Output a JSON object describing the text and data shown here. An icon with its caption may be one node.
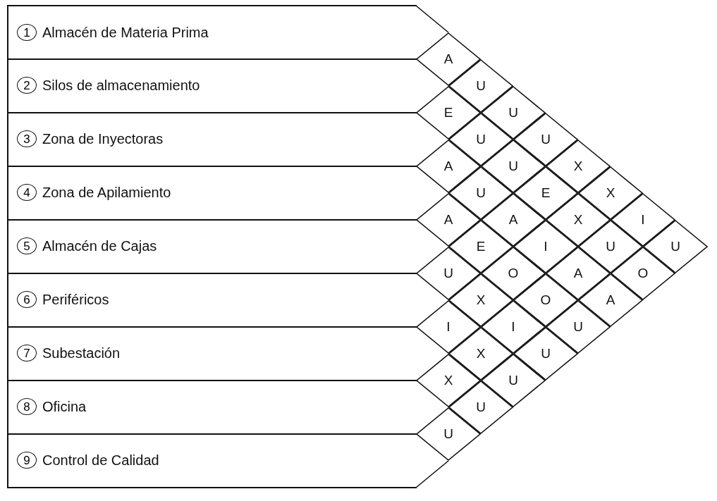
{
  "diagram": {
    "nodes": [
      {
        "text": [
          "1",
          "Almacén de Materia Prima"
        ]
      },
      {
        "text": [
          "2",
          "Silos de almacenamiento"
        ]
      },
      {
        "text": [
          "3",
          "Zona de Inyectoras"
        ]
      },
      {
        "text": [
          "4",
          "Zona de Apilamiento"
        ]
      },
      {
        "text": [
          "5",
          "Almacén de Cajas"
        ]
      },
      {
        "text": [
          "6",
          "Periféricos"
        ]
      },
      {
        "text": [
          "7",
          "Subestación"
        ]
      },
      {
        "text": [
          "8",
          "Oficina"
        ]
      },
      {
        "text": [
          "9",
          "Control de Calidad"
        ]
      },
      {
        "text": [
          "A"
        ]
      },
      {
        "text": [
          "U"
        ]
      },
      {
        "text": [
          "E"
        ]
      },
      {
        "text": [
          "U"
        ]
      },
      {
        "text": [
          "U"
        ]
      },
      {
        "text": [
          "U"
        ]
      },
      {
        "text": [
          "A"
        ]
      },
      {
        "text": [
          "U"
        ]
      },
      {
        "text": [
          "X"
        ]
      },
      {
        "text": [
          "U"
        ]
      },
      {
        "text": [
          "E"
        ]
      },
      {
        "text": [
          "X"
        ]
      },
      {
        "text": [
          "A"
        ]
      },
      {
        "text": [
          "A"
        ]
      },
      {
        "text": [
          "X"
        ]
      },
      {
        "text": [
          "I"
        ]
      },
      {
        "text": [
          "E"
        ]
      },
      {
        "text": [
          "I"
        ]
      },
      {
        "text": [
          "U"
        ]
      },
      {
        "text": [
          "U"
        ]
      },
      {
        "text": [
          "U"
        ]
      },
      {
        "text": [
          "O"
        ]
      },
      {
        "text": [
          "A"
        ]
      },
      {
        "text": [
          "O"
        ]
      },
      {
        "text": [
          "X"
        ]
      },
      {
        "text": [
          "O"
        ]
      },
      {
        "text": [
          "A"
        ]
      },
      {
        "text": [
          "I"
        ]
      },
      {
        "text": [
          "I"
        ]
      },
      {
        "text": [
          "U"
        ]
      },
      {
        "text": [
          "X"
        ]
      },
      {
        "text": [
          "U"
        ]
      },
      {
        "text": [
          "X"
        ]
      },
      {
        "text": [
          "U"
        ]
      },
      {
        "text": [
          "U"
        ]
      },
      {
        "text": [
          "U"
        ]
      }
    ]
  }
}
